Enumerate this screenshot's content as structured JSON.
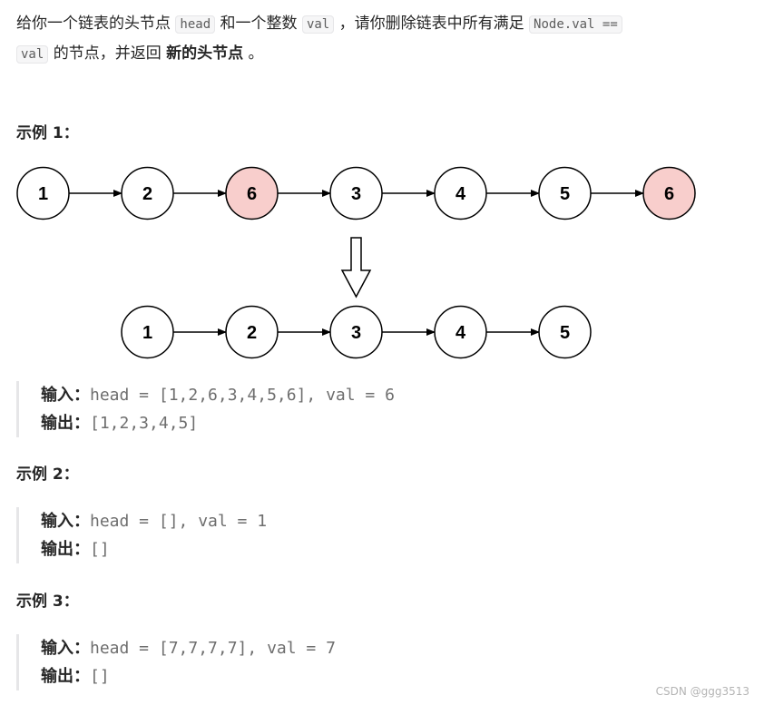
{
  "description": {
    "p1": "给你一个链表的头节点",
    "code_head": "head",
    "p2": "和一个整数",
    "code_val": "val",
    "p3": "，请你删除链表中所有满足",
    "code_cond": "Node.val ==",
    "code_cond2": "val",
    "p4": "的节点，并返回",
    "bold": "新的头节点",
    "p5": "。"
  },
  "diagram": {
    "input_list": [
      "1",
      "2",
      "6",
      "3",
      "4",
      "5",
      "6"
    ],
    "highlighted": [
      false,
      false,
      true,
      false,
      false,
      false,
      true
    ],
    "output_list": [
      "1",
      "2",
      "3",
      "4",
      "5"
    ],
    "node_fill": "#ffffff",
    "highlight_fill": "#f8cecc",
    "stroke": "#000000"
  },
  "examples": [
    {
      "heading": "示例 1：",
      "input_label": "输入：",
      "input_value": "head = [1,2,6,3,4,5,6], val = 6",
      "output_label": "输出：",
      "output_value": "[1,2,3,4,5]"
    },
    {
      "heading": "示例 2：",
      "input_label": "输入：",
      "input_value": "head = [], val = 1",
      "output_label": "输出：",
      "output_value": "[]"
    },
    {
      "heading": "示例 3：",
      "input_label": "输入：",
      "input_value": "head = [7,7,7,7], val = 7",
      "output_label": "输出：",
      "output_value": "[]"
    }
  ],
  "watermark": "CSDN @ggg3513"
}
